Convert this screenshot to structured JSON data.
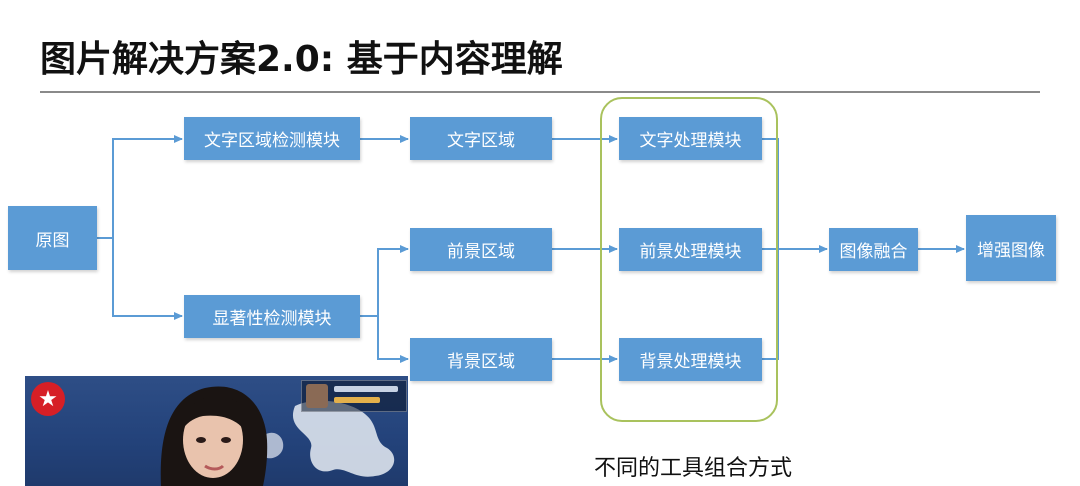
{
  "slide": {
    "title": "图片解决方案2.0: 基于内容理解",
    "caption": "不同的工具组合方式"
  },
  "diagram": {
    "nodes": {
      "original": "原图",
      "text_detect": "文字区域检测模块",
      "saliency_detect": "显著性检测模块",
      "text_region": "文字区域",
      "fg_region": "前景区域",
      "bg_region": "背景区域",
      "text_proc": "文字处理模块",
      "fg_proc": "前景处理模块",
      "bg_proc": "背景处理模块",
      "fusion": "图像融合",
      "enhance": "增强图像"
    },
    "node_color": "#5b9bd5",
    "group_border_color": "#a9c25d"
  },
  "photo": {
    "logo_glyph": "★",
    "description_icon": "tv-screenshot-image"
  }
}
